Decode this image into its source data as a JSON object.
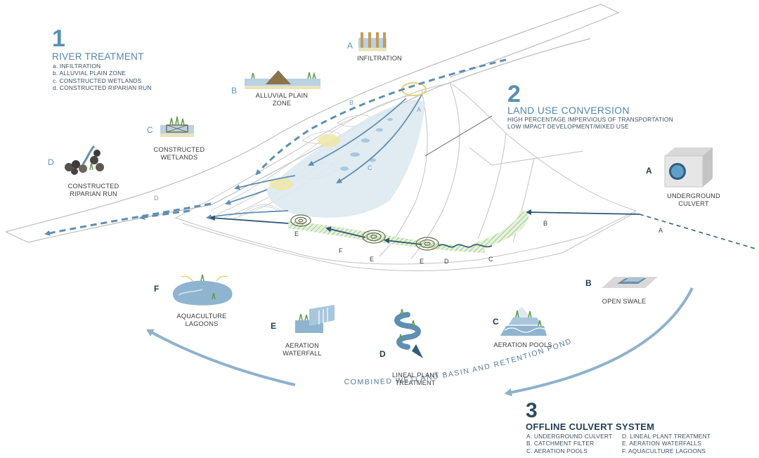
{
  "section1": {
    "number": "1",
    "title": "RIVER TREATMENT",
    "items": [
      "a. INFILTRATION",
      "b. ALLUVIAL PLAIN ZONE",
      "c. CONSTRUCTED WETLANDS",
      "d. CONSTRUCTED RIPARIAN RUN"
    ],
    "callouts": [
      {
        "letter": "A",
        "label": "INFILTRATION"
      },
      {
        "letter": "B",
        "label_lines": [
          "ALLUVIAL PLAIN",
          "ZONE"
        ]
      },
      {
        "letter": "C",
        "label_lines": [
          "CONSTRUCTED",
          "WETLANDS"
        ]
      },
      {
        "letter": "D",
        "label_lines": [
          "CONSTRUCTED",
          "RIPARIAN RUN"
        ]
      }
    ]
  },
  "section2": {
    "number": "2",
    "title": "LAND USE CONVERSION",
    "items": [
      "HIGH PERCENTAGE IMPERVIOUS OF TRANSPORTATION",
      "LOW IMPACT DEVELOPMENT/MIXED USE"
    ]
  },
  "section3": {
    "number": "3",
    "title": "OFFLINE CULVERT SYSTEM",
    "items_left": [
      "A. UNDERGROUND CULVERT",
      "B. CATCHMENT FILTER",
      "C. AERATION POOLS"
    ],
    "items_right": [
      "D. LINEAL PLANT TREATMENT",
      "E. AERATION WATERFALLS",
      "F. AQUACULTURE LAGOONS"
    ],
    "callouts": [
      {
        "letter": "A",
        "label_lines": [
          "UNDERGROUND",
          "CULVERT"
        ]
      },
      {
        "letter": "B",
        "label": "OPEN SWALE"
      },
      {
        "letter": "C",
        "label": "AERATION POOLS"
      },
      {
        "letter": "D",
        "label_lines": [
          "LINEAL PLANT",
          "TREATMENT"
        ]
      },
      {
        "letter": "E",
        "label_lines": [
          "AERATION",
          "WATERFALL"
        ]
      },
      {
        "letter": "F",
        "label_lines": [
          "AQUACULTURE",
          "LAGOONS"
        ]
      }
    ]
  },
  "map_labels": {
    "blue": [
      "A",
      "B",
      "C",
      "D"
    ],
    "dark": [
      "A",
      "B",
      "C",
      "D",
      "E",
      "E",
      "E",
      "F"
    ]
  },
  "arc_caption": "COMBINED WETLAND BASIN AND RETENTION POND",
  "colors": {
    "water_blue": "#5f8fb3",
    "dark_blue": "#1f3c56",
    "light_water": "#cfe3ee",
    "wetland_green": "#8fc07a",
    "highlight_yellow": "#efe7a6",
    "linework": "#b8b8b8"
  }
}
